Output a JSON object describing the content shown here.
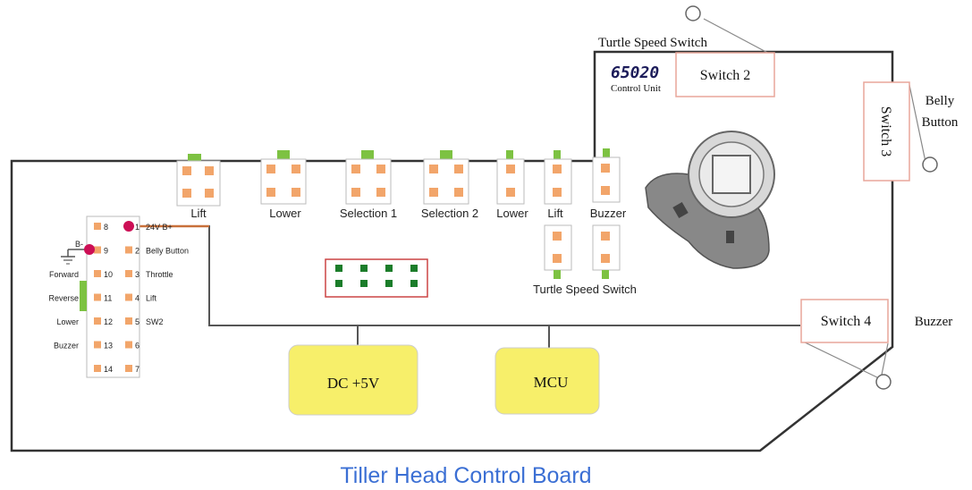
{
  "title": "Tiller Head Control Board",
  "unit": {
    "number": "65020",
    "caption": "Control Unit"
  },
  "labels": {
    "turtle_top": "Turtle Speed Switch",
    "belly": [
      "Belly",
      "Button"
    ],
    "buzzer": "Buzzer",
    "turtle_lower": "Turtle Speed Switch"
  },
  "switches": {
    "s2": "Switch 2",
    "s3": "Switch 3",
    "s4": "Switch 4"
  },
  "components": [
    {
      "name": "Lift"
    },
    {
      "name": "Lower"
    },
    {
      "name": "Selection 1"
    },
    {
      "name": "Selection 2"
    },
    {
      "name": "Lower"
    },
    {
      "name": "Lift"
    },
    {
      "name": "Buzzer"
    }
  ],
  "boxes": {
    "dc": "DC +5V",
    "mcu": "MCU"
  },
  "connector": {
    "left_nums": [
      "8",
      "9",
      "10",
      "11",
      "12",
      "13",
      "14"
    ],
    "right_nums": [
      "1",
      "2",
      "3",
      "4",
      "5",
      "6",
      "7"
    ],
    "right_labels": [
      "24V B+",
      "Belly Button",
      "Throttle",
      "Lift",
      "SW2"
    ],
    "left_labels": [
      "Forward",
      "Reverse",
      "Lower",
      "Buzzer"
    ],
    "ground_label": "B-"
  },
  "colors": {
    "title": "#3b6fd4",
    "box": "#f7ef6a",
    "pad": "#f2a56a",
    "tab": "#7dc242",
    "wire": "#c8703a",
    "dot": "#cc0f55",
    "outline": "#333333",
    "switch_box": "#e8a69a"
  }
}
